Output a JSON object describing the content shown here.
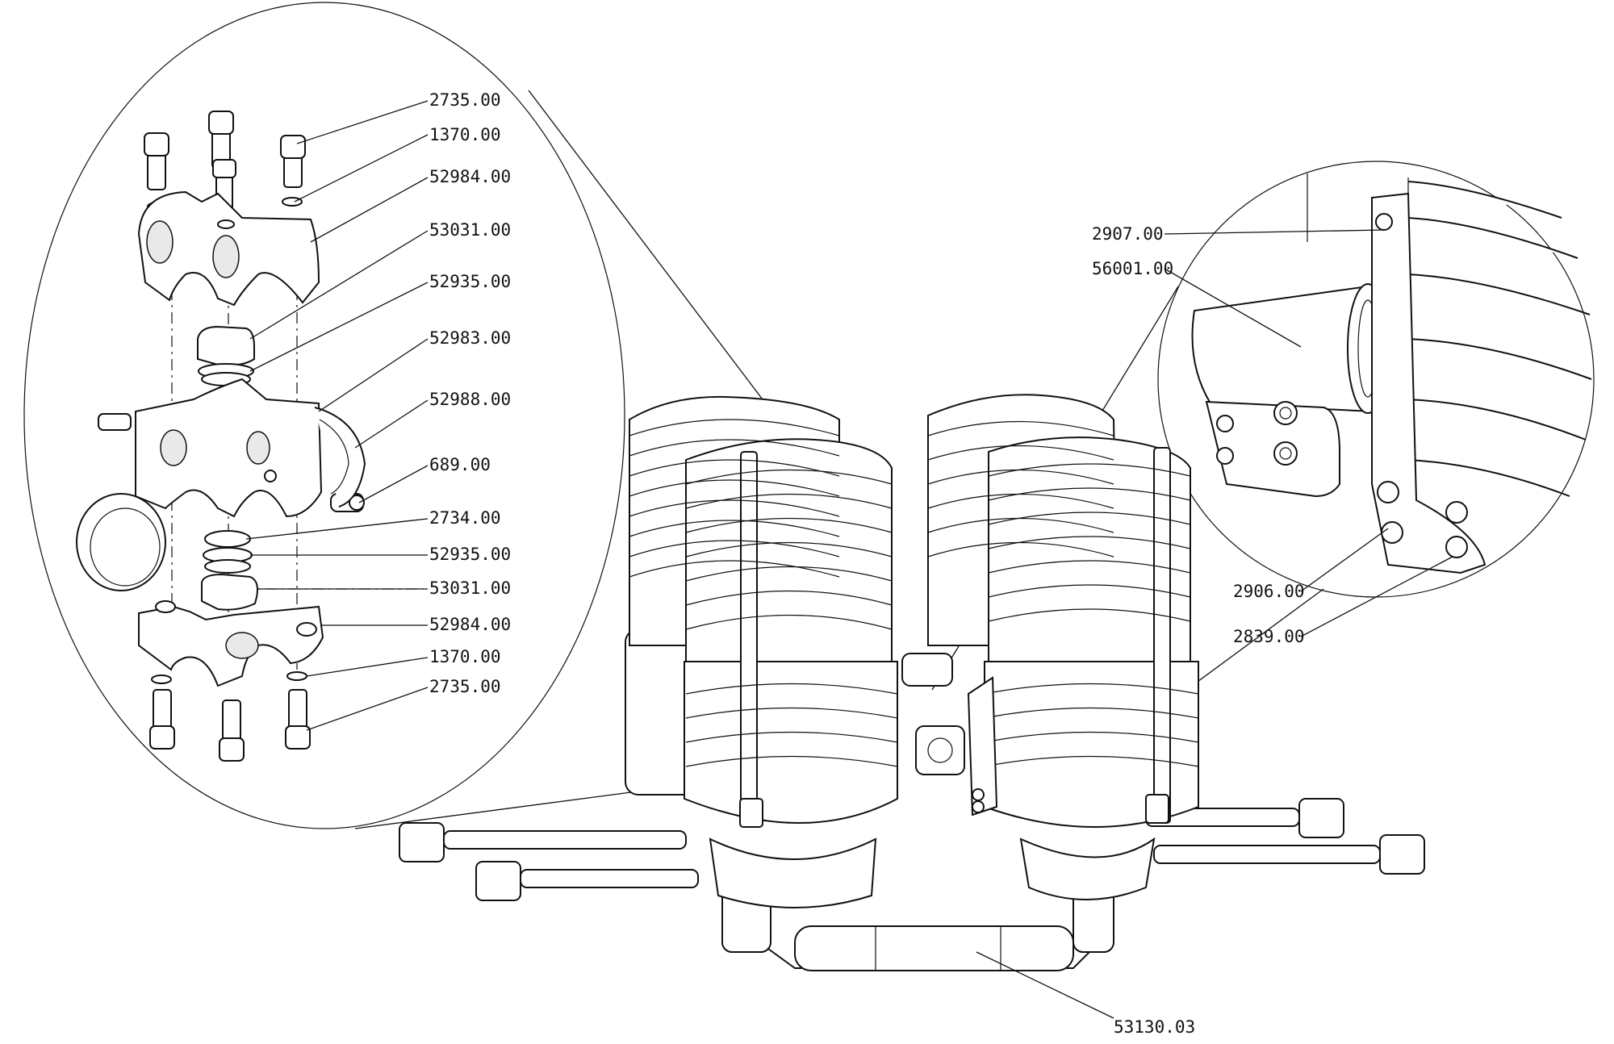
{
  "callouts": {
    "c1": "2735.00",
    "c2": "1370.00",
    "c3": "52984.00",
    "c4": "53031.00",
    "c5": "52935.00",
    "c6": "52983.00",
    "c7": "52988.00",
    "c8": "689.00",
    "c9": "2734.00",
    "c10": "52935.00",
    "c11": "53031.00",
    "c12": "52984.00",
    "c13": "1370.00",
    "c14": "2735.00",
    "d1": "2907.00",
    "d2": "56001.00",
    "d3": "2906.00",
    "d4": "2839.00",
    "m1": "53130.03"
  }
}
